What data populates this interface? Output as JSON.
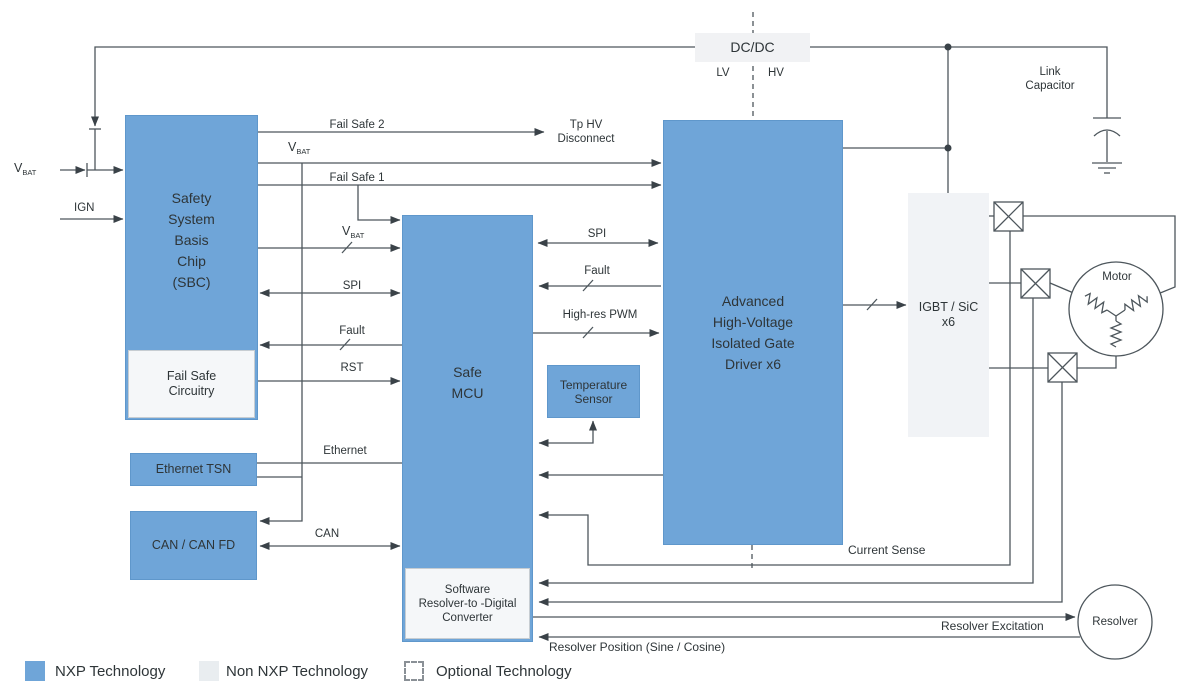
{
  "blocks": {
    "sbc": "Safety\nSystem\nBasis\nChip\n(SBC)",
    "fail_safe_circuitry": "Fail Safe\nCircuitry",
    "ethernet_tsn": "Ethernet TSN",
    "can_fd": "CAN / CAN FD",
    "safe_mcu": "Safe\nMCU",
    "software_rdc": "Software\nResolver-to -Digital\nConverter",
    "temperature_sensor": "Temperature\nSensor",
    "gate_driver": "Advanced\nHigh-Voltage\nIsolated Gate\nDriver x6",
    "igbt": "IGBT / SiC\nx6",
    "dcdc": "DC/DC",
    "motor": "Motor",
    "resolver": "Resolver"
  },
  "signals": {
    "fail_safe_2": "Fail Safe 2",
    "fail_safe_1": "Fail Safe 1",
    "tp_hv_disconnect": "Tp HV\nDisconnect",
    "vbat": {
      "main": "V",
      "sub": "BAT"
    },
    "ign": "IGN",
    "spi": "SPI",
    "fault": "Fault",
    "rst": "RST",
    "ethernet": "Ethernet",
    "can": "CAN",
    "high_res_pwm": "High-res PWM",
    "lv": "LV",
    "hv": "HV",
    "link_capacitor": "Link\nCapacitor",
    "current_sense": "Current Sense",
    "resolver_excitation": "Resolver Excitation",
    "resolver_position": "Resolver Position (Sine / Cosine)"
  },
  "legend": {
    "items": [
      {
        "label": "NXP Technology"
      },
      {
        "label": "Non NXP Technology"
      },
      {
        "label": "Optional Technology"
      }
    ]
  },
  "colors": {
    "nxp_blue": "#6FA5D8",
    "non_nxp_gray": "#E9EDF0",
    "line": "#4d565c",
    "text": "#2e3538"
  }
}
